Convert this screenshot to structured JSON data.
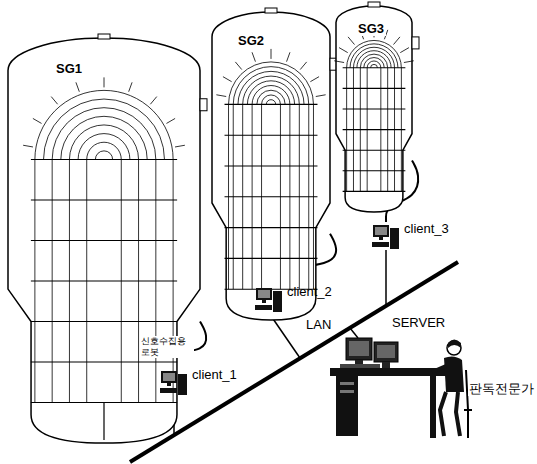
{
  "diagram": {
    "nodes": [
      {
        "text": [
          "SG1"
        ]
      },
      {
        "text": [
          "SG2"
        ]
      },
      {
        "text": [
          "SG3"
        ]
      },
      {
        "text": [
          "client_1"
        ]
      },
      {
        "text": [
          "client_2"
        ]
      },
      {
        "text": [
          "client_3"
        ]
      },
      {
        "text": [
          "SERVER"
        ]
      }
    ],
    "edges": [
      {
        "from": 0,
        "to": 3,
        "arrow": "none"
      },
      {
        "from": 1,
        "to": 4,
        "arrow": "none"
      },
      {
        "from": 2,
        "to": 5,
        "arrow": "none"
      }
    ],
    "labels": [
      "신호수집용 로봇",
      "LAN",
      "판독전문가"
    ]
  }
}
